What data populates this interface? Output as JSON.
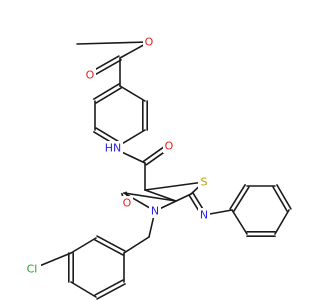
{
  "structure": {
    "colors": {
      "bond": "#1a1a1a",
      "O": "#e8221c",
      "N": "#2a22e8",
      "S": "#b9a200",
      "Cl": "#23a02a",
      "H": "#2a22e8"
    },
    "atoms": [
      {
        "id": "o1",
        "text": "O",
        "el": "O"
      },
      {
        "id": "o2",
        "text": "O",
        "el": "O"
      },
      {
        "id": "hn",
        "text": "HN",
        "el": "N"
      },
      {
        "id": "o3",
        "text": "O",
        "el": "O"
      },
      {
        "id": "s1",
        "text": "S",
        "el": "S"
      },
      {
        "id": "o4",
        "text": "O",
        "el": "O"
      },
      {
        "id": "n1",
        "text": "N",
        "el": "N"
      },
      {
        "id": "n2",
        "text": "N",
        "el": "N"
      },
      {
        "id": "cl",
        "text": "Cl",
        "el": "Cl"
      }
    ]
  }
}
